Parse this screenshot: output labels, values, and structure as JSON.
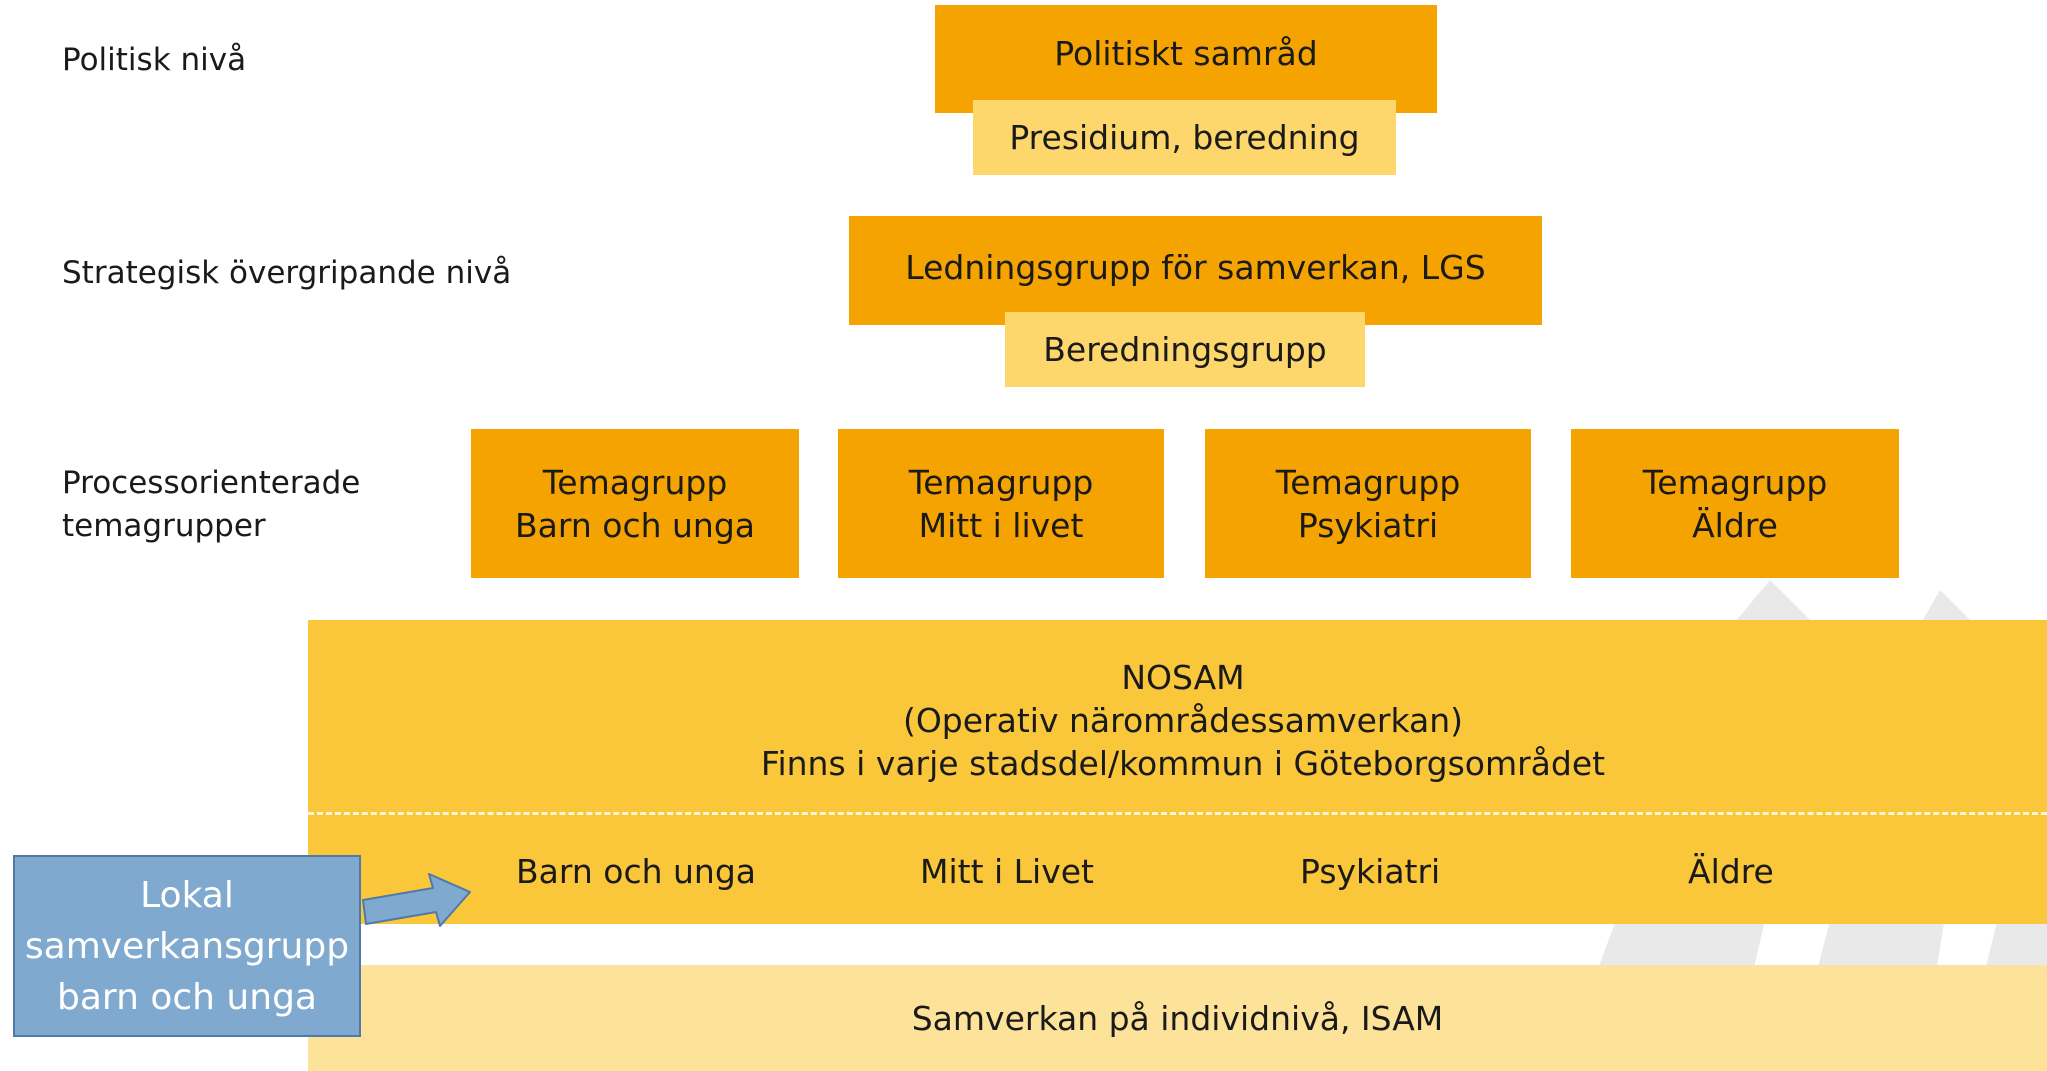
{
  "levels": {
    "political": "Politisk nivå",
    "strategic": "Strategisk övergripande nivå",
    "process_line1": "Processorienterade",
    "process_line2": "temagrupper"
  },
  "political": {
    "main": "Politiskt samråd",
    "sub": "Presidium, beredning"
  },
  "strategic": {
    "main": "Ledningsgrupp för samverkan, LGS",
    "sub": "Beredningsgrupp"
  },
  "theme_groups": [
    {
      "line1": "Temagrupp",
      "line2": "Barn och unga"
    },
    {
      "line1": "Temagrupp",
      "line2": "Mitt i livet"
    },
    {
      "line1": "Temagrupp",
      "line2": "Psykiatri"
    },
    {
      "line1": "Temagrupp",
      "line2": "Äldre"
    }
  ],
  "nosam": {
    "title": "NOSAM",
    "subtitle": "(Operativ närområdessamverkan)",
    "description": "Finns i varje stadsdel/kommun i Göteborgsområdet",
    "groups": [
      "Barn och unga",
      "Mitt i Livet",
      "Psykiatri",
      "Äldre"
    ]
  },
  "isam": {
    "label": "Samverkan på individnivå, ISAM"
  },
  "callout": {
    "line1": "Lokal",
    "line2": "samverkansgrupp",
    "line3": "barn och unga"
  },
  "colors": {
    "dark_orange": "#f5a300",
    "light_yellow": "#fdd76b",
    "nosam_yellow": "#fac73a",
    "isam_yellow": "#fde39a",
    "callout_blue": "#80a9cf"
  }
}
